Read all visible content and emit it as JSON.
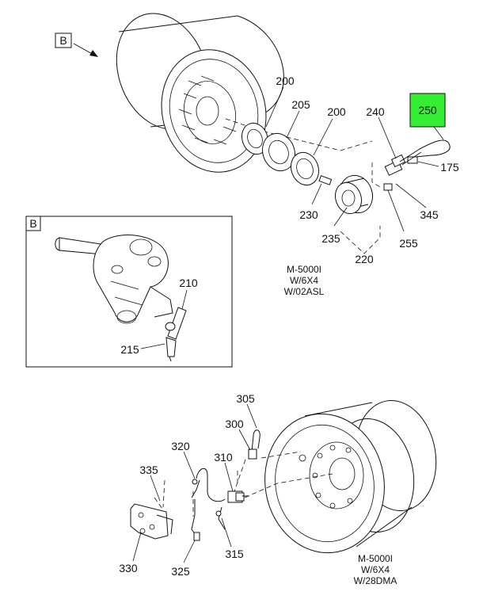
{
  "callouts": {
    "ref_b_main": "B",
    "ref_b_inset": "B",
    "p200a": "200",
    "p205": "205",
    "p200b": "200",
    "p240": "240",
    "p250": "250",
    "p175": "175",
    "p230": "230",
    "p345": "345",
    "p235": "235",
    "p255": "255",
    "p220": "220",
    "p210": "210",
    "p215": "215",
    "p305": "305",
    "p300": "300",
    "p320": "320",
    "p310": "310",
    "p335": "335",
    "p315": "315",
    "p330": "330",
    "p325": "325"
  },
  "captions": {
    "top": [
      "M-5000I",
      "W/6X4",
      "W/02ASL"
    ],
    "bottom": [
      "M-5000I",
      "W/6X4",
      "W/28DMA"
    ]
  },
  "colors": {
    "highlight": "#33ee33",
    "line": "#111111"
  }
}
